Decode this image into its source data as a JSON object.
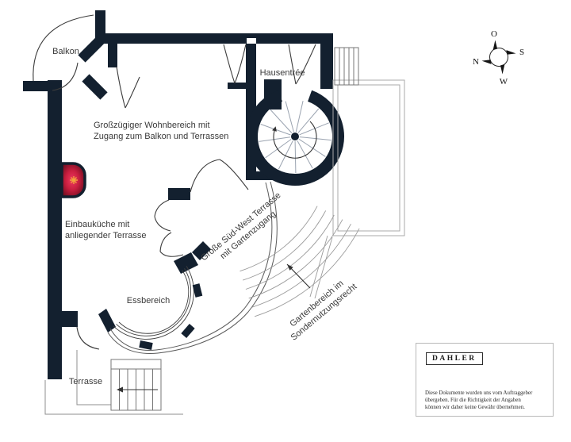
{
  "plan": {
    "labels": {
      "balkon": "Balkon",
      "hausentree": "Hausentrée",
      "wohnbereich_line1": "Großzügiger Wohnbereich mit",
      "wohnbereich_line2": "Zugang zum Balkon und Terrassen",
      "kueche_line1": "Einbauküche mit",
      "kueche_line2": "anliegender Terrasse",
      "essbereich": "Essbereich",
      "sued_terrasse_line1": "Große Süd-West Terrasse",
      "sued_terrasse_line2": "mit Gartenzugang",
      "garten_line1": "Gartenbereich im",
      "garten_line2": "Sondernutzungsrecht",
      "terrasse": "Terrasse"
    }
  },
  "compass": {
    "east": "O",
    "south": "S",
    "west": "W",
    "north": "N"
  },
  "branding": {
    "logo": "DAHLER",
    "disclaimer_line1": "Diese Dokumente wurden uns vom Auftraggeber",
    "disclaimer_line2": "übergeben. Für die Richtigkeit der Angaben",
    "disclaimer_line3": "können wir daher keine Gewähr übernehmen."
  },
  "colors": {
    "wall": "#13202f",
    "fireplace_red": "#c81e3f",
    "fireplace_star": "#f2a33c",
    "thin_line": "#3c3c3c",
    "gray_line": "#8f8f8f",
    "background": "#ffffff"
  }
}
